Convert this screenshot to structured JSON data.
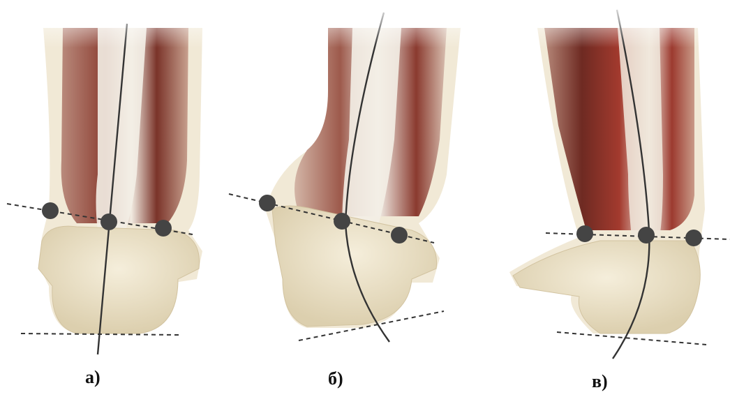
{
  "panels": [
    {
      "label": "а)"
    },
    {
      "label": "б)"
    },
    {
      "label": "в)"
    }
  ],
  "colors": {
    "bone": "#ece2c6",
    "bone_shadow": "#d8ccaa",
    "tendon": "#f4f0e8",
    "muscle_dark": "#6e2f26",
    "muscle_red": "#a8473a",
    "line": "#333333",
    "dot": "#444444",
    "background": "#ffffff"
  }
}
